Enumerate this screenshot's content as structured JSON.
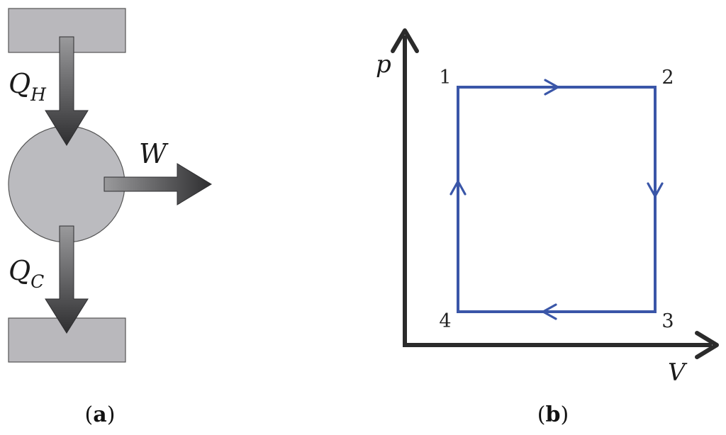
{
  "panel_a": {
    "label_letter": "a",
    "heat_in_symbol": "Q",
    "heat_in_subscript": "H",
    "heat_out_symbol": "Q",
    "heat_out_subscript": "C",
    "work_symbol": "W"
  },
  "panel_b": {
    "label_letter": "b",
    "y_axis_label": "p",
    "x_axis_label": "V",
    "states": [
      {
        "label": "1",
        "position": "top-left"
      },
      {
        "label": "2",
        "position": "top-right"
      },
      {
        "label": "3",
        "position": "bottom-right"
      },
      {
        "label": "4",
        "position": "bottom-left"
      }
    ],
    "cycle_direction": "clockwise"
  },
  "colors": {
    "reservoir": "#b9b8bc",
    "engine": "#bbbbbf",
    "outline": "#555555",
    "arrow_dark": "#2e2e30",
    "arrow_light": "#9a9a9c",
    "axis": "#2b2b2b",
    "cycle": "#3a56a8"
  }
}
